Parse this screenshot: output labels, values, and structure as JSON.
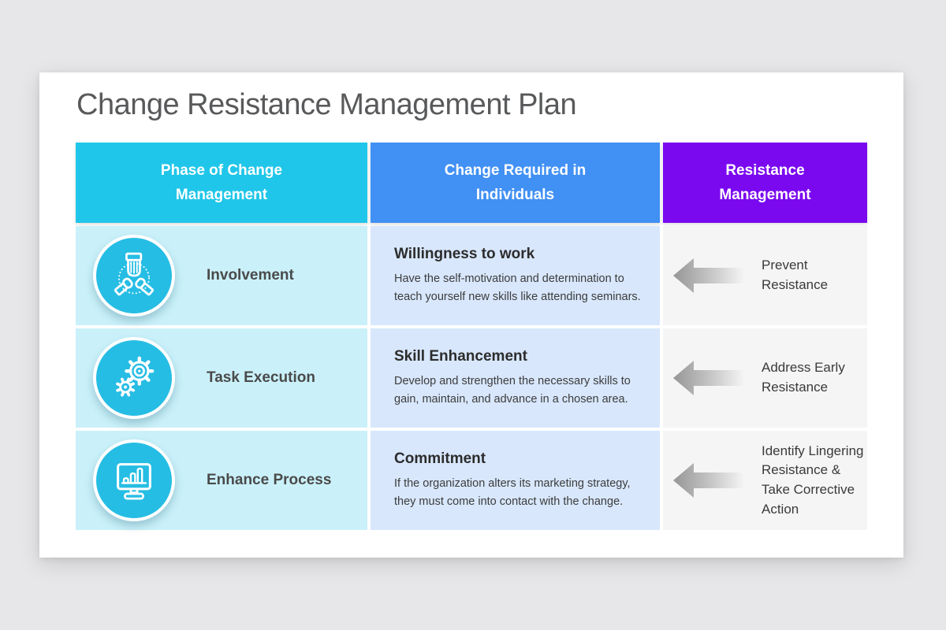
{
  "page": {
    "title": "Change Resistance Management Plan"
  },
  "colors": {
    "header_phase": "#20c6e9",
    "header_change": "#4190f4",
    "header_resistance": "#7a09f0",
    "cell_phase_bg": "#caf1fa",
    "cell_change_bg": "#d8e7fc",
    "cell_resistance_bg": "#f5f5f6",
    "icon_circle": "#26bde4",
    "arrow_gray": "#969696"
  },
  "table": {
    "headers": [
      {
        "label": "Phase of Change Management"
      },
      {
        "label": "Change Required in Individuals"
      },
      {
        "label": "Resistance Management"
      }
    ],
    "rows": [
      {
        "phase": {
          "icon": "team-hands-icon",
          "label": "Involvement"
        },
        "change": {
          "heading": "Willingness to work",
          "body": "Have the self-motivation and determination to teach yourself new skills like attending seminars."
        },
        "resistance": {
          "icon": "left-arrow-icon",
          "label": "Prevent Resistance"
        }
      },
      {
        "phase": {
          "icon": "gears-icon",
          "label": "Task Execution"
        },
        "change": {
          "heading": "Skill Enhancement",
          "body": "Develop and strengthen the necessary skills to gain, maintain, and advance in a chosen area."
        },
        "resistance": {
          "icon": "left-arrow-icon",
          "label": "Address Early Resistance"
        }
      },
      {
        "phase": {
          "icon": "monitor-chart-icon",
          "label": "Enhance Process"
        },
        "change": {
          "heading": "Commitment",
          "body": "If the organization alters its marketing strategy, they must come into contact with the change."
        },
        "resistance": {
          "icon": "left-arrow-icon",
          "label": "Identify Lingering Resistance & Take Corrective Action"
        }
      }
    ]
  }
}
